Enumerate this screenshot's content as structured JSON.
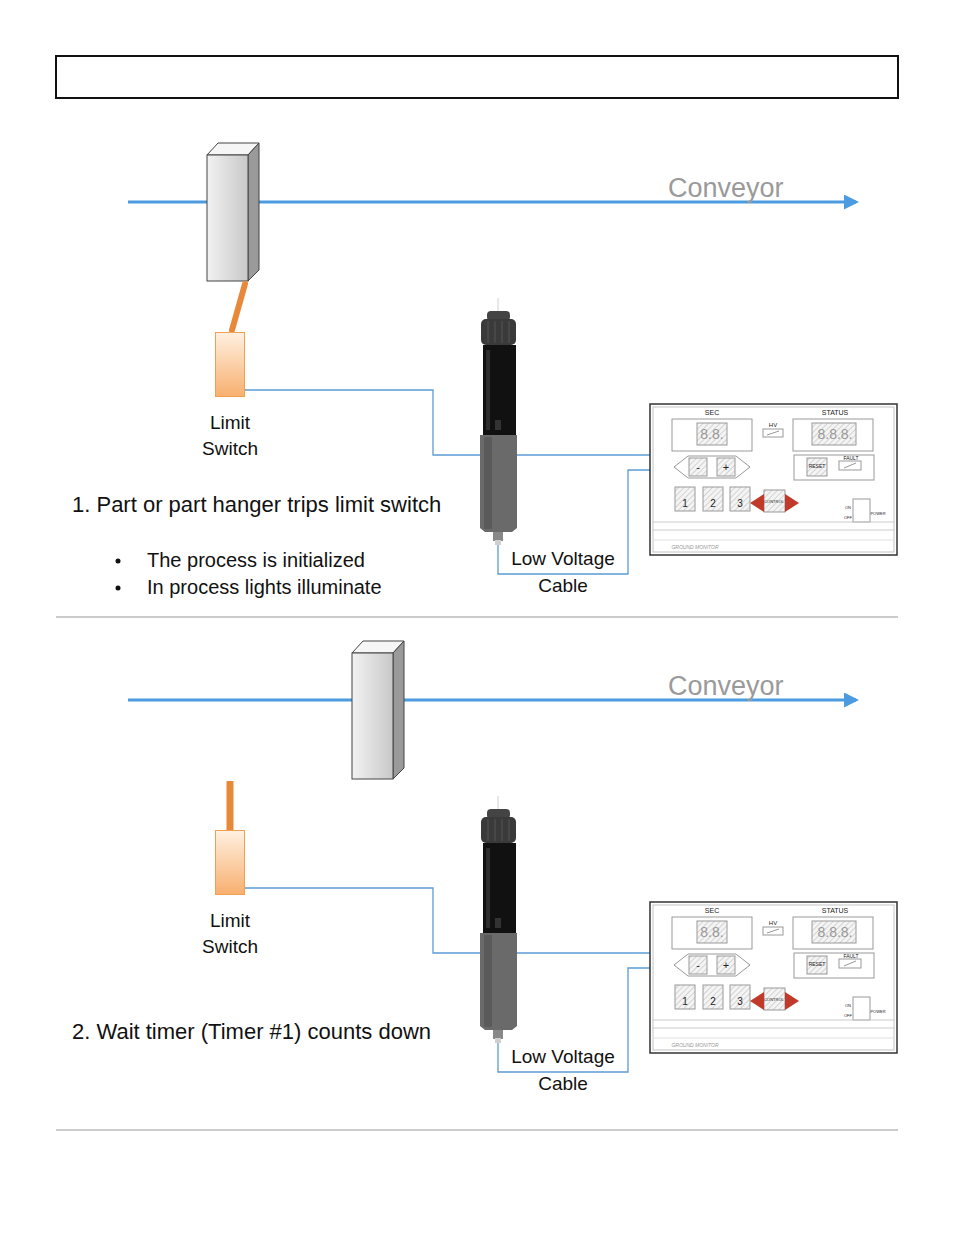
{
  "diagram": {
    "nodes": [
      {
        "text": [
          "Limit Switch"
        ]
      },
      {
        "text": [
          "Limit Switch"
        ]
      }
    ],
    "labels": [
      "Conveyor",
      "1. Part or part hanger trips limit switch",
      "The process is initialized",
      "In process lights illuminate",
      "Low Voltage Cable",
      "SEC",
      "STATUS",
      "HV",
      "8.8.",
      "8.8.8.",
      "-",
      "+",
      "1",
      "2",
      "3",
      "RESET",
      "FAULT",
      "CONTROL",
      "ON",
      "OFF",
      "POWER",
      "GROUND MONITOR",
      "Conveyor",
      "2. Wait timer (Timer #1) counts down",
      "Low Voltage Cable",
      "SEC",
      "STATUS",
      "HV",
      "8.8.",
      "8.8.8.",
      "-",
      "+",
      "1",
      "2",
      "3",
      "RESET",
      "FAULT",
      "CONTROL",
      "ON",
      "OFF",
      "POWER",
      "GROUND MONITOR"
    ]
  }
}
